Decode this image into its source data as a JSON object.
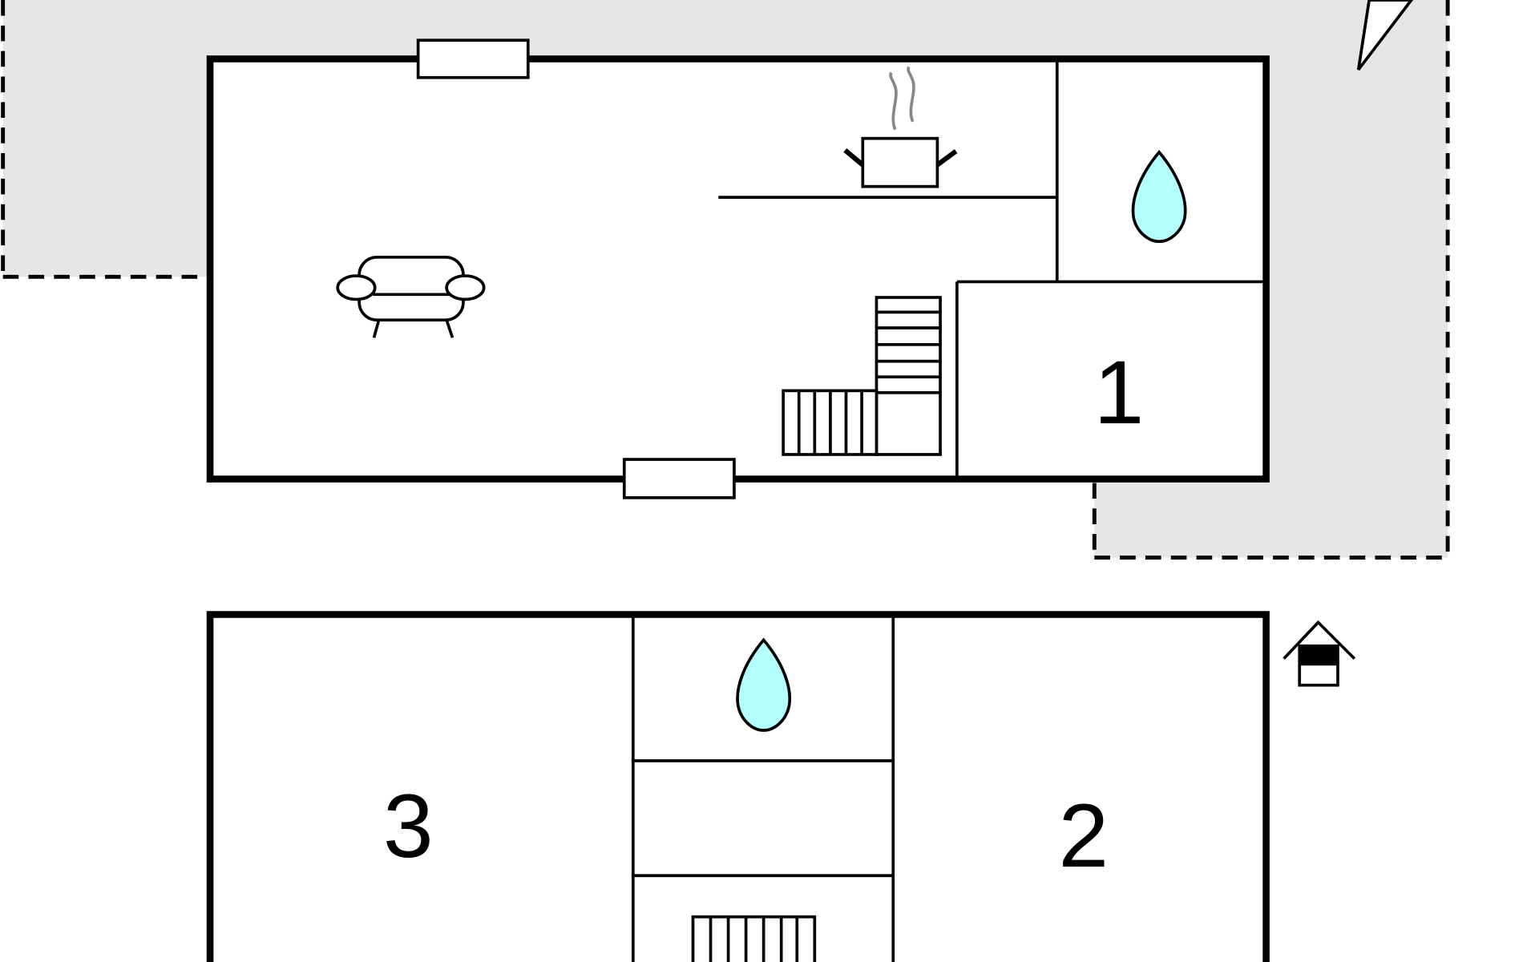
{
  "floorplan": {
    "rooms": [
      {
        "label": "1",
        "type": "bedroom"
      },
      {
        "label": "2",
        "type": "bedroom"
      },
      {
        "label": "3",
        "type": "bedroom"
      }
    ],
    "icons": [
      "north-arrow-icon",
      "window-icon",
      "sofa-icon",
      "cooking-pot-icon",
      "water-drop-icon",
      "staircase-icon",
      "entrance-icon"
    ],
    "colors": {
      "terrace": "#e6e6e6",
      "water": "#b3ffff",
      "steam": "#888888",
      "wall": "#000000"
    }
  }
}
